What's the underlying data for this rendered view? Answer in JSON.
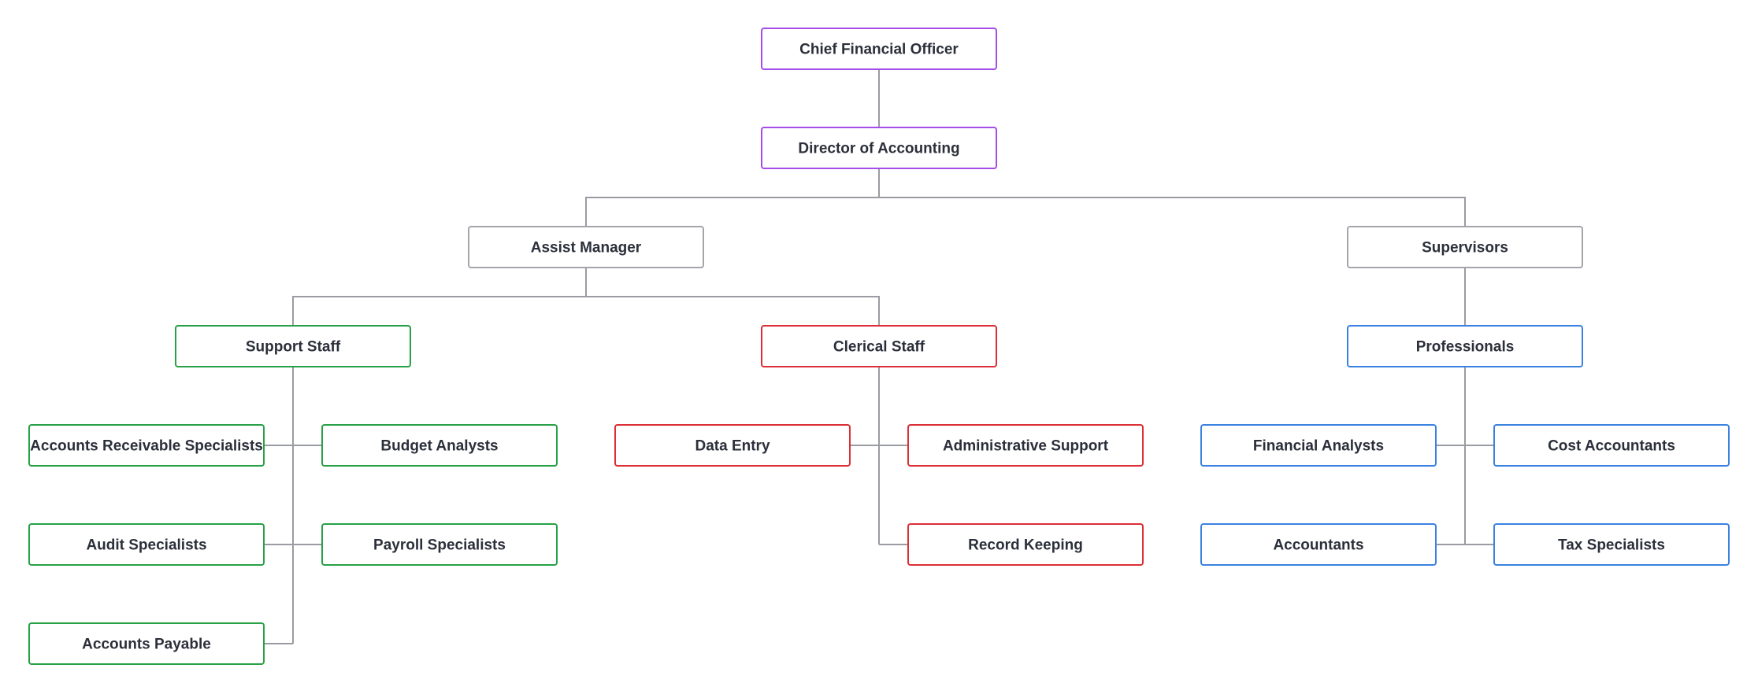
{
  "colors": {
    "purple": "#a44de8",
    "gray": "#a3a5ab",
    "green": "#27a046",
    "red": "#dc2e35",
    "blue": "#3a82e1",
    "connector": "#9a9ca3"
  },
  "nodes": {
    "cfo": {
      "label": "Chief Financial Officer",
      "color": "purple"
    },
    "director": {
      "label": "Director of Accounting",
      "color": "purple"
    },
    "assist_manager": {
      "label": "Assist Manager",
      "color": "gray"
    },
    "supervisors": {
      "label": "Supervisors",
      "color": "gray"
    },
    "support_staff": {
      "label": "Support Staff",
      "color": "green"
    },
    "clerical_staff": {
      "label": "Clerical Staff",
      "color": "red"
    },
    "professionals": {
      "label": "Professionals",
      "color": "blue"
    },
    "ar_specialists": {
      "label": "Accounts Receivable Specialists",
      "color": "green"
    },
    "budget_analysts": {
      "label": "Budget Analysts",
      "color": "green"
    },
    "audit_specialists": {
      "label": "Audit Specialists",
      "color": "green"
    },
    "payroll_specialists": {
      "label": "Payroll Specialists",
      "color": "green"
    },
    "accounts_payable": {
      "label": "Accounts Payable",
      "color": "green"
    },
    "data_entry": {
      "label": "Data Entry",
      "color": "red"
    },
    "admin_support": {
      "label": "Administrative Support",
      "color": "red"
    },
    "record_keeping": {
      "label": "Record Keeping",
      "color": "red"
    },
    "financial_analysts": {
      "label": "Financial Analysts",
      "color": "blue"
    },
    "cost_accountants": {
      "label": "Cost Accountants",
      "color": "blue"
    },
    "accountants": {
      "label": "Accountants",
      "color": "blue"
    },
    "tax_specialists": {
      "label": "Tax Specialists",
      "color": "blue"
    }
  },
  "edges": [
    [
      "cfo",
      "director"
    ],
    [
      "director",
      "assist_manager"
    ],
    [
      "director",
      "supervisors"
    ],
    [
      "assist_manager",
      "support_staff"
    ],
    [
      "assist_manager",
      "clerical_staff"
    ],
    [
      "supervisors",
      "professionals"
    ],
    [
      "support_staff",
      "ar_specialists"
    ],
    [
      "support_staff",
      "budget_analysts"
    ],
    [
      "support_staff",
      "audit_specialists"
    ],
    [
      "support_staff",
      "payroll_specialists"
    ],
    [
      "support_staff",
      "accounts_payable"
    ],
    [
      "clerical_staff",
      "data_entry"
    ],
    [
      "clerical_staff",
      "admin_support"
    ],
    [
      "clerical_staff",
      "record_keeping"
    ],
    [
      "professionals",
      "financial_analysts"
    ],
    [
      "professionals",
      "cost_accountants"
    ],
    [
      "professionals",
      "accountants"
    ],
    [
      "professionals",
      "tax_specialists"
    ]
  ]
}
